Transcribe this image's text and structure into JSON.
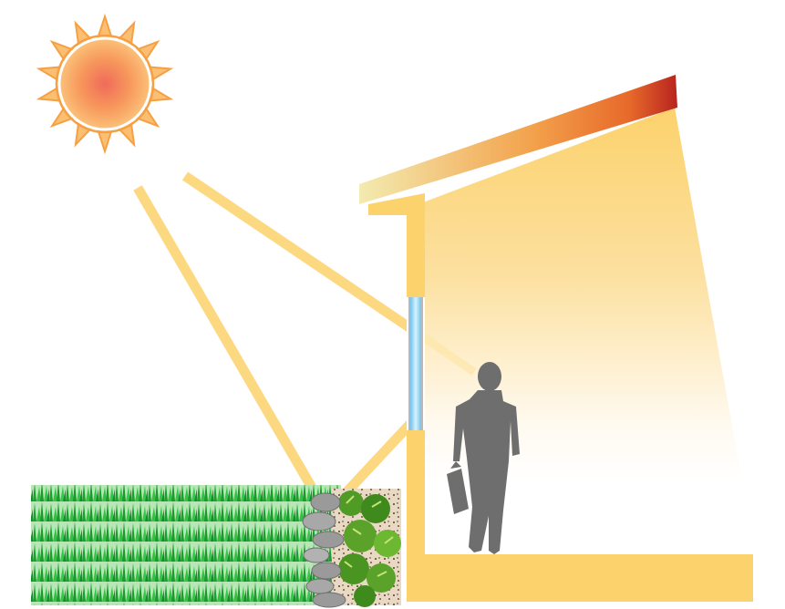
{
  "diagram": {
    "elements": [
      "sun-icon",
      "sunlight-ray",
      "sloped-roof",
      "house-wall",
      "window",
      "interior-light",
      "floor-slab",
      "person-silhouette",
      "briefcase",
      "grass-lawn",
      "stone-path",
      "shrub-planting"
    ],
    "colors": {
      "sun_outer": "#f6a043",
      "sun_inner": "#f06b5a",
      "sun_mid": "#fbbf74",
      "ray": "#fcd980",
      "wall": "#fcd26c",
      "roof_light": "#f3ebb0",
      "roof_dark": "#b8241f",
      "window_glass": "#8fd3f4",
      "person": "#6e6e6e",
      "grass": "#2fbf3e",
      "grass_dark": "#169c2b",
      "stone": "#9a9a9a",
      "shrub": "#5aa22a"
    }
  }
}
